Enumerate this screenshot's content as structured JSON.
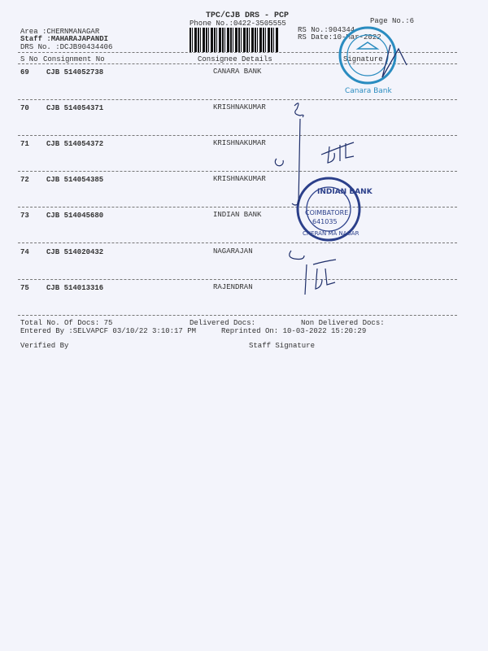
{
  "header": {
    "title": "TPC/CJB  DRS - PCP",
    "phone": "Phone No.:0422-3505555",
    "page_no": "Page No.:6",
    "area": "Area :CHERNMANAGAR",
    "staff": "Staff :MAHARAJAPANDI",
    "drs_no": "DRS No. :DCJB90434406",
    "rs_no": "RS No.:904344",
    "rs_date": "RS Date:10-Mar-2022"
  },
  "columns": [
    "S No",
    "Consignment No",
    "Consignee Details",
    "Signature"
  ],
  "rows": [
    {
      "sno": "69",
      "consignment": "CJB 514052738",
      "consignee": "CANARA BANK"
    },
    {
      "sno": "70",
      "consignment": "CJB 514054371",
      "consignee": "KRISHNAKUMAR"
    },
    {
      "sno": "71",
      "consignment": "CJB 514054372",
      "consignee": "KRISHNAKUMAR"
    },
    {
      "sno": "72",
      "consignment": "CJB 514054385",
      "consignee": "KRISHNAKUMAR"
    },
    {
      "sno": "73",
      "consignment": "CJB 514045680",
      "consignee": "INDIAN BANK"
    },
    {
      "sno": "74",
      "consignment": "CJB 514020432",
      "consignee": "NAGARAJAN"
    },
    {
      "sno": "75",
      "consignment": "CJB 514013316",
      "consignee": "RAJENDRAN"
    }
  ],
  "footer": {
    "total_docs": "Total No. Of Docs:  75",
    "delivered_docs": "Delivered Docs:",
    "non_delivered_docs": "Non Delivered Docs:",
    "entered_by": "Entered By :SELVAPCF 03/10/22 3:10:17 PM",
    "reprinted_on": "Reprinted On: 10-03-2022 15:20:29",
    "verified_by": "Verified By",
    "staff_signature": "Staff Signature"
  },
  "stamps": {
    "canara": "Canara Bank",
    "indian_bank": "INDIAN BANK",
    "indian_bank_city": "COIMBATORE",
    "indian_bank_code": "641035",
    "indian_bank_branch": "CHERAN MA NAGAR"
  },
  "colors": {
    "stamp_canara": "#2a8cc0",
    "stamp_indian": "#2b3f8a",
    "ink": "#1f2f6a"
  }
}
